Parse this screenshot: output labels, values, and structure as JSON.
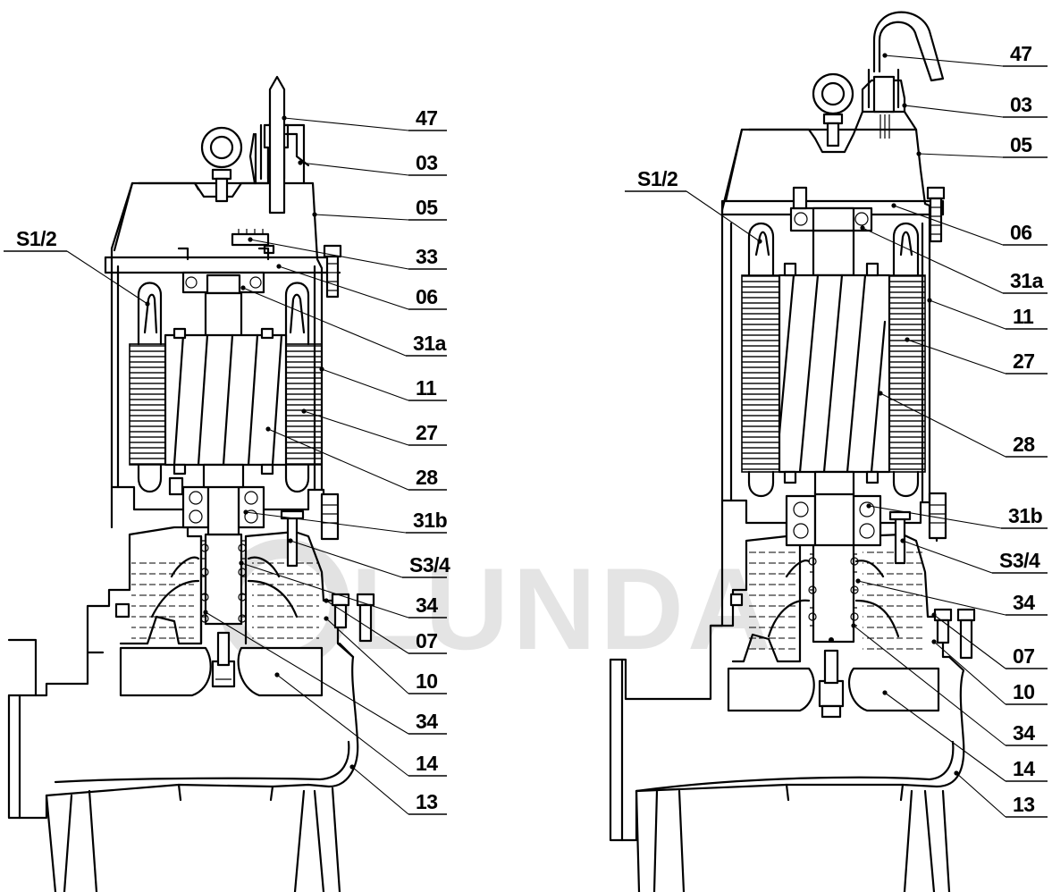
{
  "watermark": "LUNDA",
  "left_pump": {
    "labels": [
      "47",
      "03",
      "05",
      "33",
      "06",
      "31a",
      "11",
      "27",
      "28",
      "31b",
      "S3/4",
      "34",
      "07",
      "10",
      "34",
      "14",
      "13",
      "S1/2"
    ]
  },
  "right_pump": {
    "labels": [
      "47",
      "03",
      "05",
      "06",
      "31a",
      "11",
      "27",
      "28",
      "31b",
      "S3/4",
      "34",
      "07",
      "10",
      "34",
      "14",
      "13",
      "S1/2"
    ]
  }
}
